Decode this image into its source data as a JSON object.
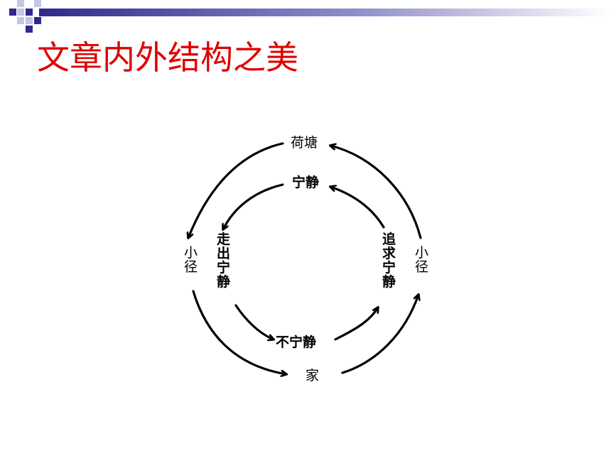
{
  "title": "文章内外结构之美",
  "colors": {
    "title": "#e00000",
    "banner_dark": "#2e2a8c",
    "banner_light": "#c6c6e6"
  },
  "diagram": {
    "outer": {
      "top": "荷塘",
      "left": "小径",
      "right": "小径",
      "bottom": "家"
    },
    "inner": {
      "top": "宁静",
      "left": "走出宁静",
      "right": "追求宁静",
      "bottom": "不宁静"
    }
  }
}
